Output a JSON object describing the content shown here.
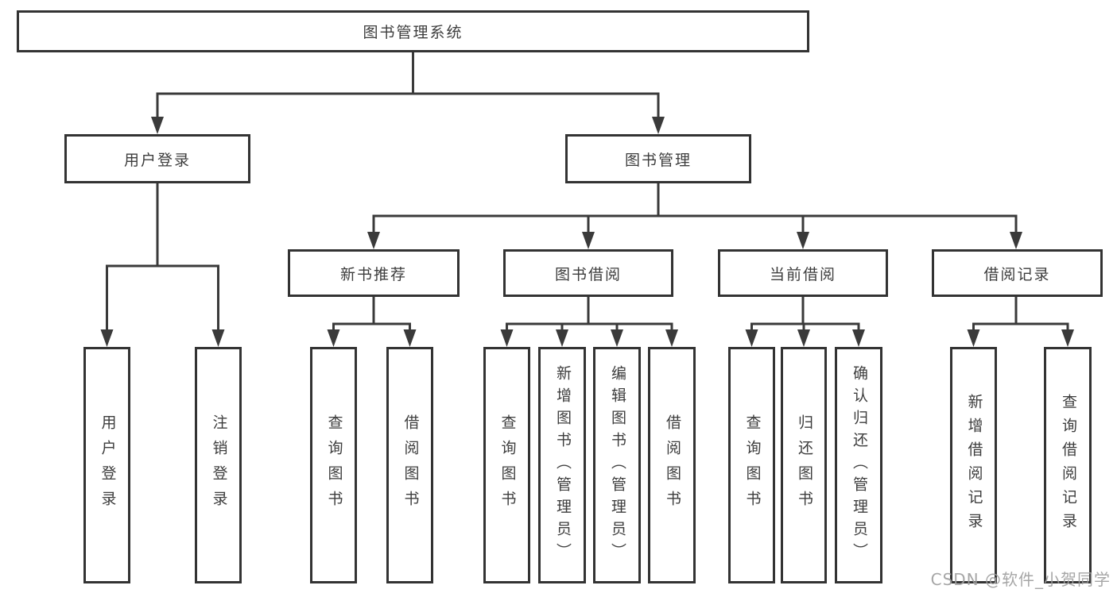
{
  "title": "图书管理系统",
  "diagram_type": "hierarchy-tree",
  "colors": {
    "line": "#3a3a3a",
    "box_border": "#333333",
    "text": "#3d3d3d",
    "watermark": "#9e9e9e",
    "background": "#ffffff"
  },
  "tree": {
    "label": "图书管理系统",
    "children": [
      {
        "label": "用户登录",
        "children": [
          {
            "label": "用户登录"
          },
          {
            "label": "注销登录"
          }
        ]
      },
      {
        "label": "图书管理",
        "children": [
          {
            "label": "新书推荐",
            "children": [
              {
                "label": "查询图书"
              },
              {
                "label": "借阅图书"
              }
            ]
          },
          {
            "label": "图书借阅",
            "children": [
              {
                "label": "查询图书"
              },
              {
                "label": "新增图书（管理员）"
              },
              {
                "label": "编辑图书（管理员）"
              },
              {
                "label": "借阅图书"
              }
            ]
          },
          {
            "label": "当前借阅",
            "children": [
              {
                "label": "查询图书"
              },
              {
                "label": "归还图书"
              },
              {
                "label": "确认归还（管理员）"
              }
            ]
          },
          {
            "label": "借阅记录",
            "children": [
              {
                "label": "新增借阅记录"
              },
              {
                "label": "查询借阅记录"
              }
            ]
          }
        ]
      }
    ]
  },
  "watermark": "CSDN @软件_小贺同学"
}
